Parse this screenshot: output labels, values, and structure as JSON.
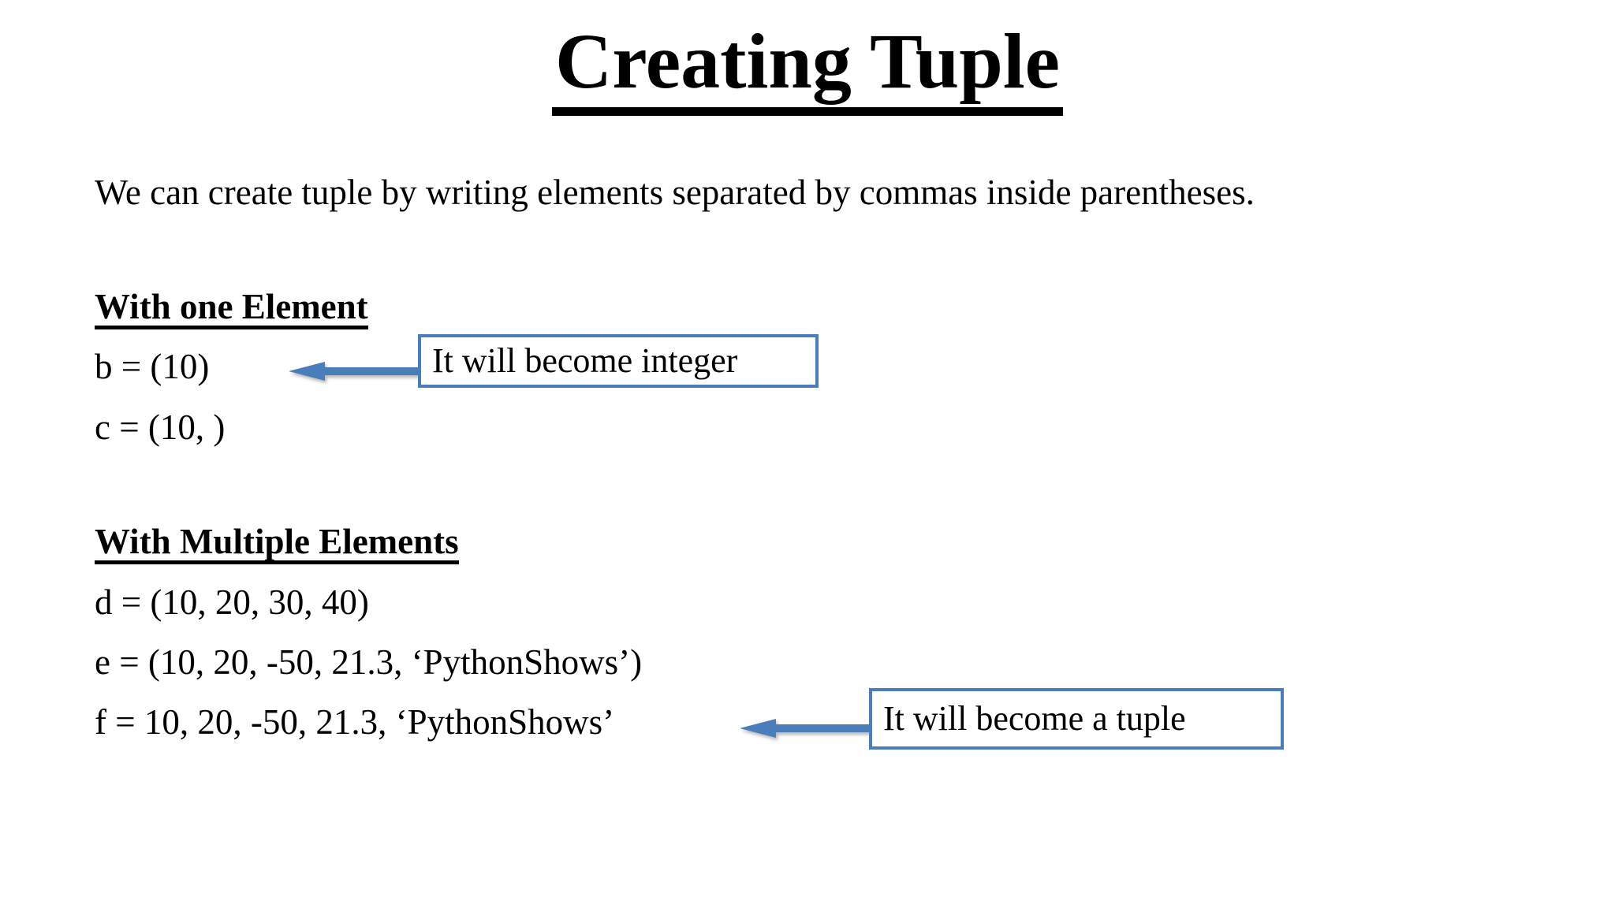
{
  "slide": {
    "title": "Creating Tuple",
    "intro": "We can create tuple by writing elements separated by commas inside parentheses.",
    "sections": [
      {
        "heading": "With one Element",
        "lines": [
          "b = (10)",
          "c  = (10, )"
        ]
      },
      {
        "heading": "With Multiple Elements",
        "lines": [
          "d = (10, 20, 30, 40)",
          "e = (10, 20, -50, 21.3, ‘PythonShows’)",
          "f = 10, 20, -50, 21.3, ‘PythonShows’"
        ]
      }
    ],
    "callouts": [
      {
        "text": "It will become integer",
        "points_to": "b = (10)"
      },
      {
        "text": "It will become a tuple",
        "points_to": "f = 10, 20, -50, 21.3, ‘PythonShows’"
      }
    ],
    "colors": {
      "callout_border": "#4a7ebb",
      "arrow": "#4a7ebb",
      "text": "#000000",
      "background": "#ffffff"
    }
  }
}
